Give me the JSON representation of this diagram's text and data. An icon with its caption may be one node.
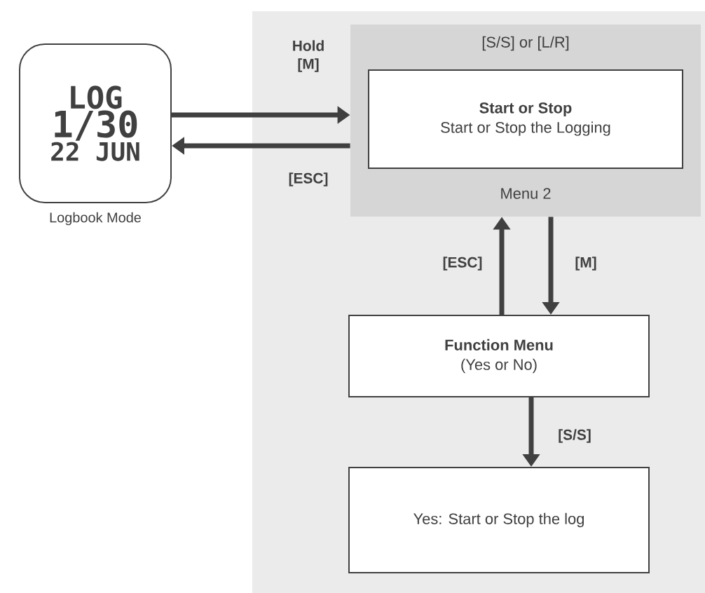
{
  "diagram": {
    "nodes": [
      {
        "text": [
          "LOG",
          "1/30",
          "22 JUN"
        ],
        "beside": [
          "Logbook Mode"
        ]
      },
      {
        "text": [
          "[S/S] or [L/R]",
          "Menu 2"
        ]
      },
      {
        "text": [
          "Start or Stop",
          "Start or Stop the Logging"
        ],
        "in": 1
      },
      {
        "text": [
          "Function Menu",
          "(Yes or No)"
        ]
      },
      {
        "text": [
          "Yes: Start or Stop the log"
        ]
      }
    ],
    "edges": [
      {
        "from": 0,
        "to": 1,
        "arrow": "to",
        "label": "Hold [M]"
      },
      {
        "from": 1,
        "to": 0,
        "arrow": "to",
        "label": "[ESC]"
      },
      {
        "from": 3,
        "to": 1,
        "arrow": "to",
        "label": "[ESC]"
      },
      {
        "from": 1,
        "to": 3,
        "arrow": "to",
        "label": "[M]"
      },
      {
        "from": 3,
        "to": 4,
        "arrow": "to",
        "label": "[S/S]"
      }
    ]
  }
}
